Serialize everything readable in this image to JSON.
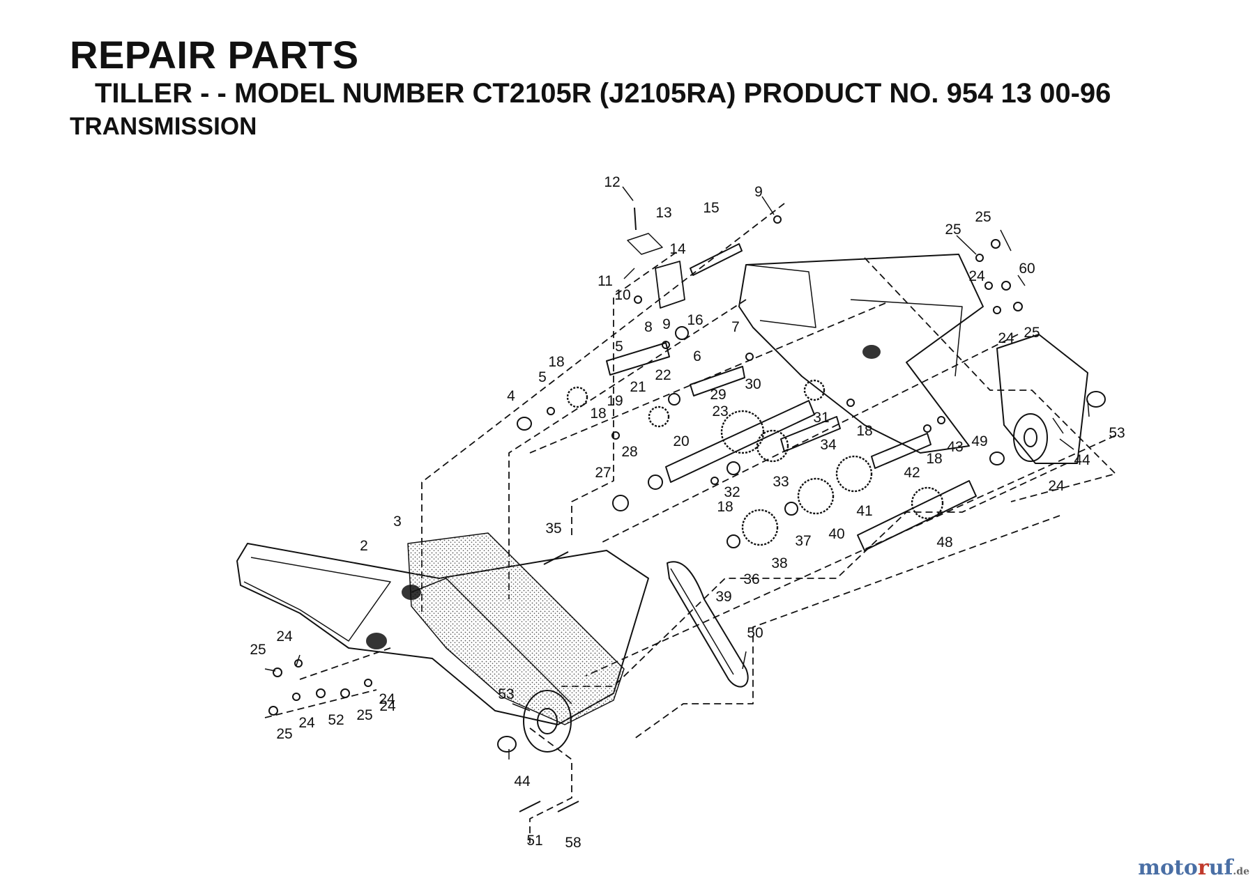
{
  "header": {
    "title": "REPAIR PARTS",
    "subtitle": "TILLER - - MODEL NUMBER CT2105R (J2105RA) PRODUCT NO. 954 13 00-96",
    "section": "TRANSMISSION"
  },
  "watermark": {
    "part1": "moto",
    "part2": "r",
    "part3": "uf",
    "suffix": ".de"
  },
  "colors": {
    "ink": "#111111",
    "stipple": "#555555",
    "watermark_blue": "#4a6fa5",
    "watermark_red": "#c0392b"
  },
  "callouts": [
    "12",
    "13",
    "15",
    "9",
    "14",
    "11",
    "10",
    "16",
    "9",
    "8",
    "5",
    "7",
    "18",
    "6",
    "5",
    "4",
    "23",
    "22",
    "21",
    "19",
    "18",
    "20",
    "29",
    "30",
    "31",
    "34",
    "18",
    "28",
    "27",
    "32",
    "33",
    "18",
    "35",
    "3",
    "2",
    "37",
    "38",
    "36",
    "39",
    "40",
    "41",
    "42",
    "18",
    "43",
    "49",
    "48",
    "44",
    "53",
    "24",
    "25",
    "25",
    "60",
    "24",
    "24",
    "25",
    "50",
    "25",
    "24",
    "24",
    "25",
    "24",
    "52",
    "25",
    "24",
    "53",
    "44",
    "51",
    "58"
  ]
}
